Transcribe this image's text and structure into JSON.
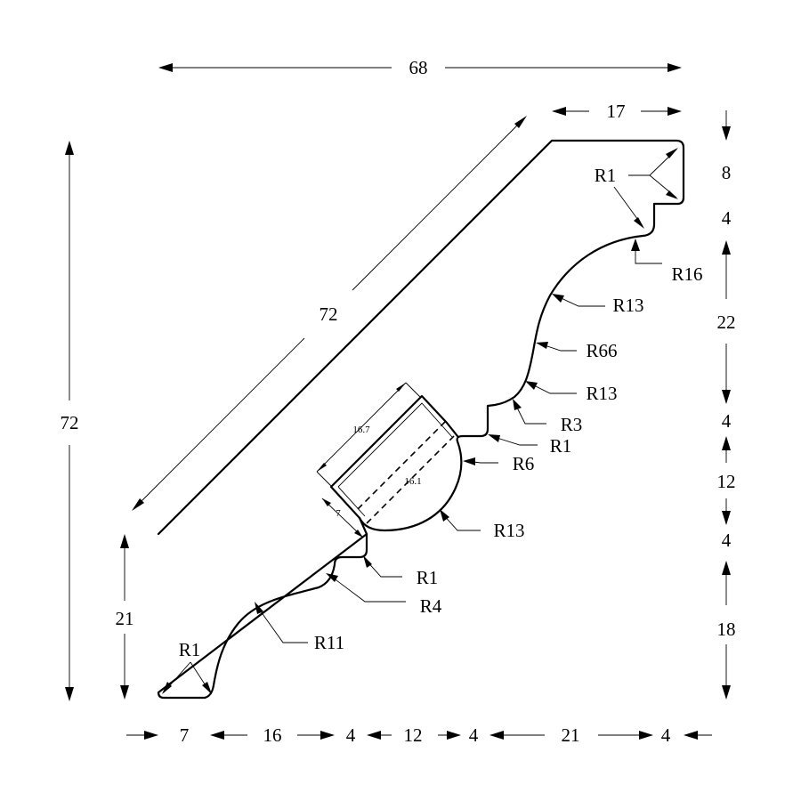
{
  "overall": {
    "width": "68",
    "height": "72",
    "diagonal": "72"
  },
  "top_segments": {
    "top_flat": "17"
  },
  "bottom_segments": [
    "7",
    "16",
    "4",
    "12",
    "4",
    "21",
    "4"
  ],
  "right_segments": [
    "8",
    "4",
    "22",
    "4",
    "12",
    "4",
    "18"
  ],
  "left_segments": {
    "base_height": "21"
  },
  "radii": {
    "bottom_left_corner": "R1",
    "top_right_corner": "R1",
    "upper_r16": "R16",
    "upper_r13": "R13",
    "upper_r66": "R66",
    "lower_r13": "R13",
    "step_r3": "R3",
    "step_r1": "R1",
    "bead_r6": "R6",
    "bead_r13": "R13",
    "mid_r1": "R1",
    "mid_r4": "R4",
    "cove_r11": "R11"
  },
  "pocket": {
    "length": "16.7",
    "inner": "16.1",
    "width": "7"
  }
}
